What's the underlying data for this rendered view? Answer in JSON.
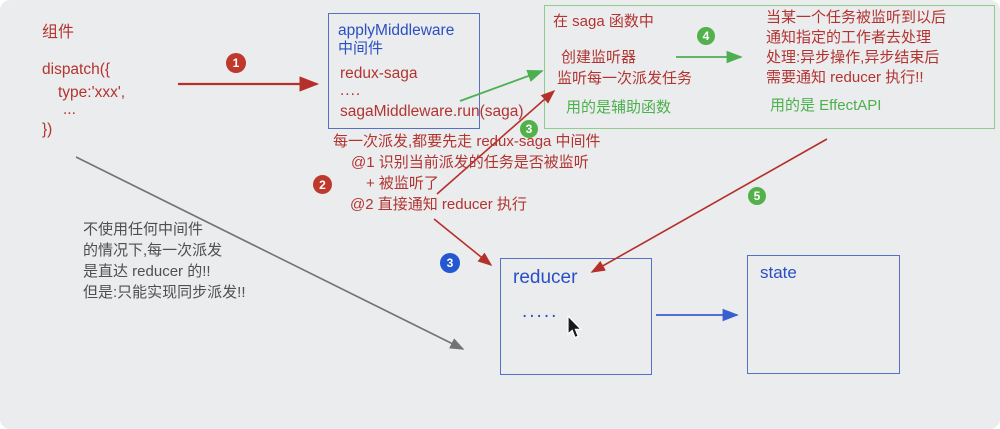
{
  "component": {
    "title": "组件",
    "code": [
      "dispatch({",
      "type:'xxx',",
      "...",
      "})"
    ]
  },
  "middleware_box": {
    "title_line1": "applyMiddleware",
    "title_line2": "中间件",
    "body": [
      "redux-saga",
      "....",
      "sagaMiddleware.run(saga)"
    ]
  },
  "saga_box": {
    "left": {
      "heading": "在 saga 函数中",
      "line1": "创建监听器",
      "line2": "监听每一次派发任务",
      "note": "用的是辅助函数"
    },
    "right": {
      "line1": "当某一个任务被监听到以后",
      "line2": "通知指定的工作者去处理",
      "line3": "处理:异步操作,异步结束后",
      "line4": "需要通知 reducer 执行!!",
      "note": "用的是 EffectAPI"
    }
  },
  "middleware_note": {
    "line1": "每一次派发,都要先走 redux-saga 中间件",
    "line2": "@1 识别当前派发的任务是否被监听",
    "line3": "+ 被监听了",
    "line4": "@2 直接通知 reducer 执行"
  },
  "no_middleware_note": {
    "line1": "不使用任何中间件",
    "line2": "的情况下,每一次派发",
    "line3": "是直达 reducer 的!!",
    "line4": "但是:只能实现同步派发!!"
  },
  "reducer_box": {
    "title": "reducer",
    "dots": "....."
  },
  "state_box": {
    "title": "state"
  },
  "steps": {
    "step1": "1",
    "step2": "2",
    "step3_green": "3",
    "step3_blue": "3",
    "step4": "4",
    "step5": "5"
  },
  "colors": {
    "background": "#ebeced",
    "red_text": "#b23431",
    "blue_text": "#2a4fc4",
    "green_text": "#4db04d",
    "gray_text": "#4f4f53",
    "blue_border": "#5570c4",
    "green_border": "#8fcd8f",
    "badge_red": "#bf382c",
    "badge_green": "#52b14b",
    "badge_blue": "#2457d2"
  }
}
